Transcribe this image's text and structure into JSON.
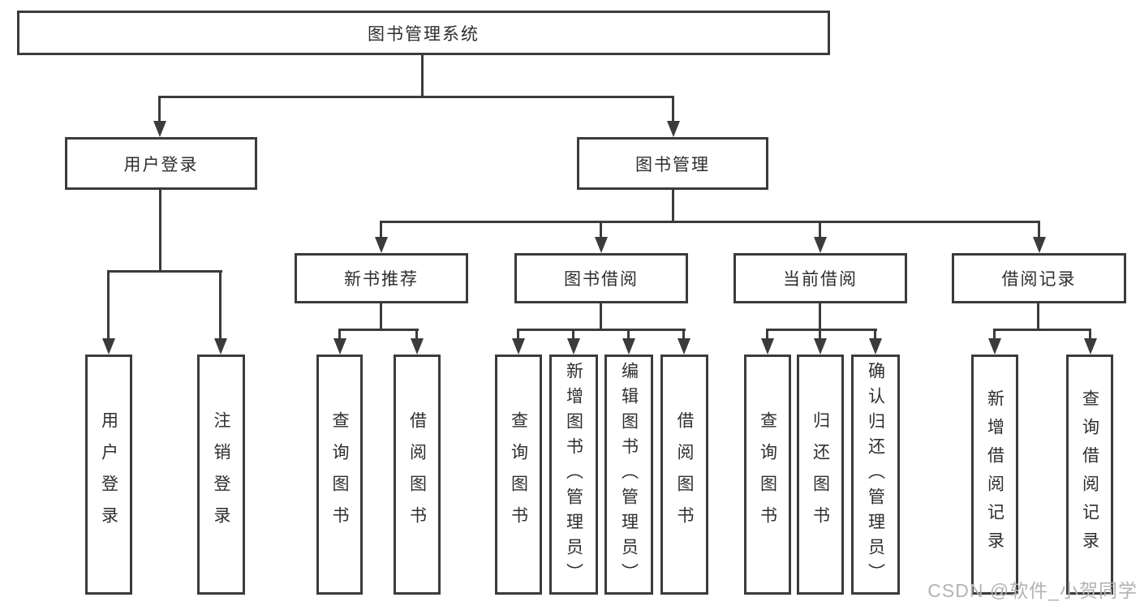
{
  "diagram": {
    "title": "图书管理系统",
    "root": {
      "label": "图书管理系统",
      "children": [
        {
          "label": "用户登录",
          "children": [
            {
              "label": "用户登录"
            },
            {
              "label": "注销登录"
            }
          ]
        },
        {
          "label": "图书管理",
          "children": [
            {
              "label": "新书推荐",
              "children": [
                {
                  "label": "查询图书"
                },
                {
                  "label": "借阅图书"
                }
              ]
            },
            {
              "label": "图书借阅",
              "children": [
                {
                  "label": "查询图书"
                },
                {
                  "label": "新增图书（管理员）"
                },
                {
                  "label": "编辑图书（管理员）"
                },
                {
                  "label": "借阅图书"
                }
              ]
            },
            {
              "label": "当前借阅",
              "children": [
                {
                  "label": "查询图书"
                },
                {
                  "label": "归还图书"
                },
                {
                  "label": "确认归还（管理员）"
                }
              ]
            },
            {
              "label": "借阅记录",
              "children": [
                {
                  "label": "新增借阅记录"
                },
                {
                  "label": "查询借阅记录"
                }
              ]
            }
          ]
        }
      ]
    }
  },
  "watermark": {
    "text": "CSDN @软件_小贺同学"
  },
  "colors": {
    "line": "#3b3b3b",
    "node_border": "#3b3b3b",
    "node_background": "#ffffff",
    "text": "#2e2e2e",
    "watermark_text": "#b3b3b3",
    "page_background": "#ffffff"
  }
}
